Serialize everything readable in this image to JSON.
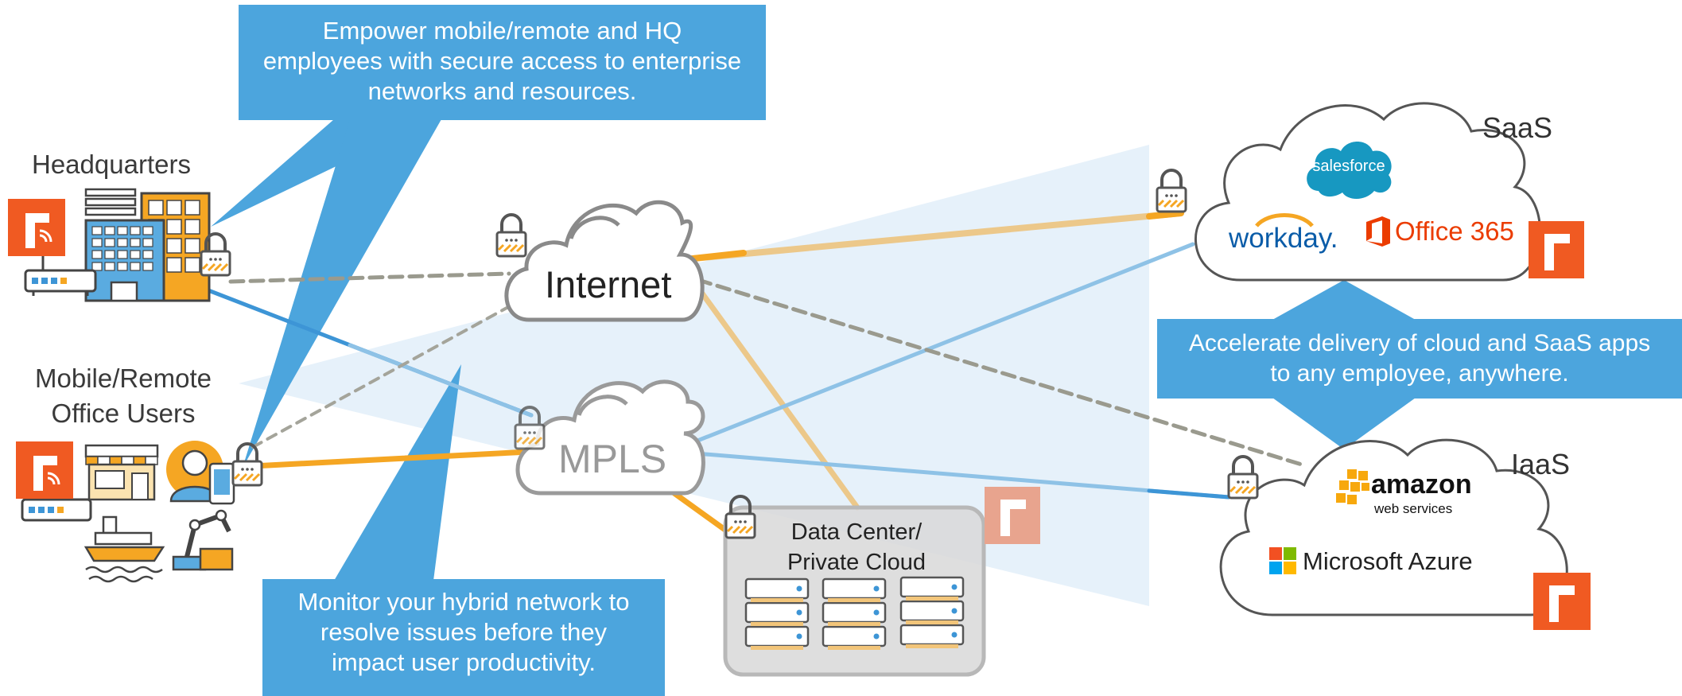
{
  "callouts": {
    "top": [
      "Empower mobile/remote and HQ",
      "employees with secure access to enterprise",
      "networks and resources."
    ],
    "bottom": [
      "Monitor your hybrid network to",
      "resolve issues before they",
      "impact user productivity."
    ],
    "right": [
      "Accelerate delivery of cloud and SaaS apps",
      "to any employee, anywhere."
    ]
  },
  "sites": {
    "hq": "Headquarters",
    "mobile": [
      "Mobile/Remote",
      "Office Users"
    ]
  },
  "networks": {
    "internet": "Internet",
    "mpls": "MPLS",
    "datacenter": [
      "Data Center/",
      "Private Cloud"
    ]
  },
  "clouds": {
    "saas": "SaaS",
    "iaas": "IaaS"
  },
  "logos": {
    "salesforce": "salesforce",
    "workday": "workday.",
    "office365": "Office 365",
    "amazon": "amazon",
    "aws_sub": "web services",
    "azure": "Microsoft Azure"
  },
  "colors": {
    "callout_blue": "#4ca5dd",
    "orange_link": "#f5a623",
    "light_orange_link": "#ecc88a",
    "blue_link": "#3d95d6",
    "light_blue_link": "#8ec2e6",
    "dashed_gray": "#9a9a8e",
    "brand_orange": "#f05a22"
  },
  "icons": [
    "router-logo-icon",
    "building-icon",
    "lock-icon",
    "store-icon",
    "employee-icon",
    "phone-icon",
    "ship-icon",
    "robot-arm-icon",
    "server-rack-icon",
    "cloud-icon"
  ]
}
